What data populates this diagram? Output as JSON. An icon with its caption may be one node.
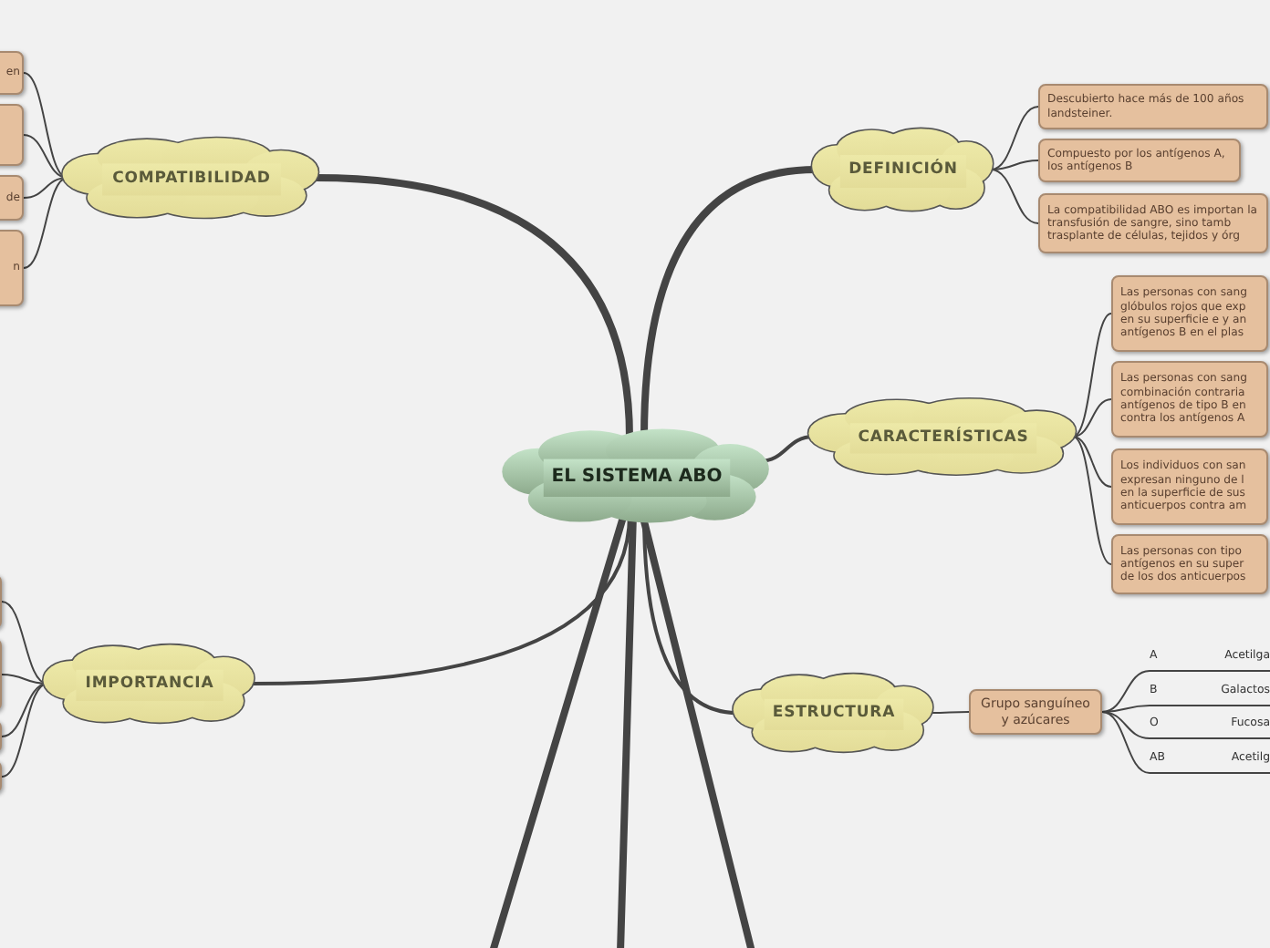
{
  "diagram": {
    "nodes": [
      {
        "text": [
          "EL SISTEMA ABO"
        ]
      },
      {
        "text": [
          "DEFINICIÓN"
        ]
      },
      {
        "text": [
          "Descubierto hace más de 100 años landsteiner."
        ]
      },
      {
        "text": [
          "Compuesto por los antígenos A, los antígenos B"
        ]
      },
      {
        "text": [
          "La compatibilidad ABO es importan la transfusión de sangre, sino tamb trasplante de células, tejidos y órg"
        ]
      },
      {
        "text": [
          "CARACTERÍSTICAS"
        ]
      },
      {
        "text": [
          "Las personas con sang glóbulos rojos que exp en su superficie e y an antígenos B en el plas"
        ]
      },
      {
        "text": [
          "Las personas con sang combinación contraria antígenos de tipo B en contra los antígenos A"
        ]
      },
      {
        "text": [
          "Los individuos con san expresan ninguno de l en la superficie de sus anticuerpos contra am"
        ]
      },
      {
        "text": [
          "Las personas con tipo antígenos en su super de los dos anticuerpos"
        ]
      },
      {
        "text": [
          "ESTRUCTURA"
        ]
      },
      {
        "text": [
          "Grupo sanguíneo y azúcares"
        ]
      },
      {
        "text": [
          "A",
          "Acetilga"
        ]
      },
      {
        "text": [
          "B",
          "Galactos"
        ]
      },
      {
        "text": [
          "O",
          "Fucosa"
        ]
      },
      {
        "text": [
          "AB",
          "Acetilg"
        ]
      },
      {
        "text": [
          "COMPATIBILIDAD"
        ]
      },
      {
        "text": [
          "en"
        ]
      },
      {
        "text": [],
        "shape": "box"
      },
      {
        "text": [
          "de"
        ]
      },
      {
        "text": [
          "n"
        ]
      },
      {
        "text": [
          "IMPORTANCIA"
        ]
      },
      {
        "text": [],
        "shape": "box"
      },
      {
        "text": [],
        "shape": "box"
      },
      {
        "text": [],
        "shape": "box"
      },
      {
        "text": [],
        "shape": "box"
      }
    ],
    "edges": [
      {
        "from": 0,
        "to": 1,
        "arrow": "none",
        "style": "thick"
      },
      {
        "from": 1,
        "to": 2,
        "arrow": "none"
      },
      {
        "from": 1,
        "to": 3,
        "arrow": "none"
      },
      {
        "from": 1,
        "to": 4,
        "arrow": "none"
      },
      {
        "from": 0,
        "to": 5,
        "arrow": "none"
      },
      {
        "from": 5,
        "to": 6,
        "arrow": "none"
      },
      {
        "from": 5,
        "to": 7,
        "arrow": "none"
      },
      {
        "from": 5,
        "to": 8,
        "arrow": "none"
      },
      {
        "from": 5,
        "to": 9,
        "arrow": "none"
      },
      {
        "from": 0,
        "to": 10,
        "arrow": "none"
      },
      {
        "from": 10,
        "to": 11,
        "arrow": "none"
      },
      {
        "from": 11,
        "to": 12,
        "arrow": "none"
      },
      {
        "from": 11,
        "to": 13,
        "arrow": "none"
      },
      {
        "from": 11,
        "to": 14,
        "arrow": "none"
      },
      {
        "from": 11,
        "to": 15,
        "arrow": "none"
      },
      {
        "from": 0,
        "to": 16,
        "arrow": "none",
        "style": "thick"
      },
      {
        "from": 16,
        "to": 17,
        "arrow": "none"
      },
      {
        "from": 16,
        "to": 18,
        "arrow": "none"
      },
      {
        "from": 16,
        "to": 19,
        "arrow": "none"
      },
      {
        "from": 16,
        "to": 20,
        "arrow": "none"
      },
      {
        "from": 0,
        "to": 21,
        "arrow": "none"
      },
      {
        "from": 21,
        "to": 22,
        "arrow": "none"
      },
      {
        "from": 21,
        "to": 23,
        "arrow": "none"
      },
      {
        "from": 21,
        "to": 24,
        "arrow": "none"
      },
      {
        "from": 21,
        "to": 25,
        "arrow": "none"
      },
      {
        "from": 0,
        "to": null,
        "arrow": "none",
        "style": "thick"
      },
      {
        "from": 0,
        "to": null,
        "arrow": "none",
        "style": "thick"
      },
      {
        "from": 0,
        "to": null,
        "arrow": "none",
        "style": "thick"
      }
    ]
  }
}
